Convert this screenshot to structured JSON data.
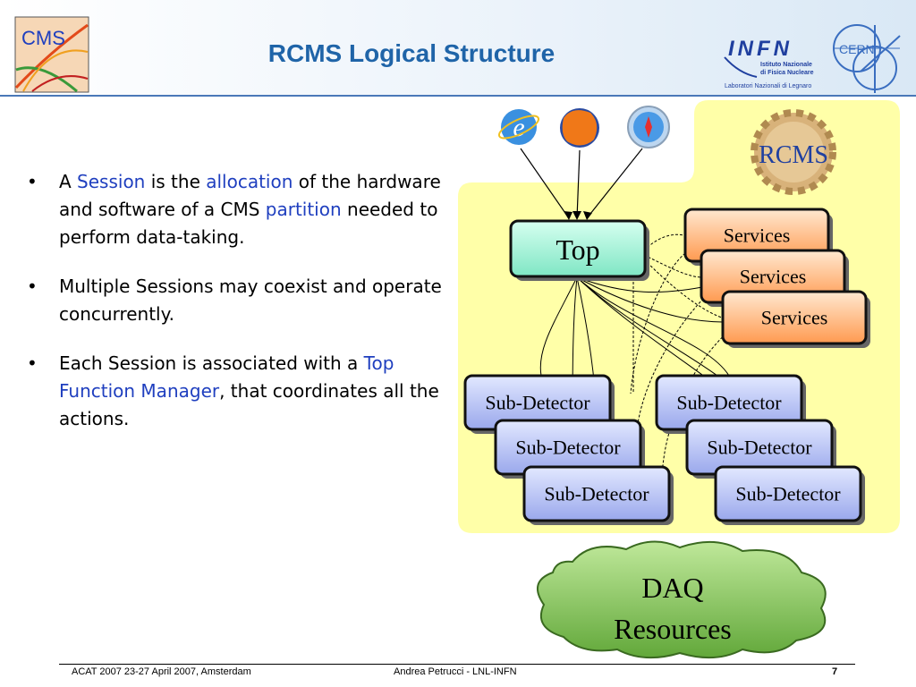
{
  "slide": {
    "title": "RCMS Logical Structure"
  },
  "logos": {
    "cms": "CMS",
    "infn_main": "INFN",
    "infn_line1": "Istituto Nazionale",
    "infn_line2": "di Fisica Nucleare",
    "infn_line3": "Laboratori Nazionali di Legnaro",
    "cern": "CERN"
  },
  "bullets": [
    {
      "parts": [
        {
          "text": "A ",
          "hl": false
        },
        {
          "text": "Session",
          "hl": true
        },
        {
          "text": " is the ",
          "hl": false
        },
        {
          "text": "allocation",
          "hl": true
        },
        {
          "text": " of the hardware and software of a CMS ",
          "hl": false
        },
        {
          "text": "partition",
          "hl": true
        },
        {
          "text": " needed to perform data-taking.",
          "hl": false
        }
      ]
    },
    {
      "parts": [
        {
          "text": "Multiple Sessions may coexist and operate concurrently.",
          "hl": false
        }
      ]
    },
    {
      "parts": [
        {
          "text": "Each Session is associated with a ",
          "hl": false
        },
        {
          "text": "Top Function Manager",
          "hl": true
        },
        {
          "text": ", that coordinates all the actions.",
          "hl": false
        }
      ]
    }
  ],
  "diagram": {
    "rcms_label": "RCMS",
    "top_label": "Top",
    "services": [
      "Services",
      "Services",
      "Services"
    ],
    "subdetectors": [
      "Sub-Detector",
      "Sub-Detector",
      "Sub-Detector",
      "Sub-Detector",
      "Sub-Detector",
      "Sub-Detector"
    ],
    "daq_line1": "DAQ",
    "daq_line2": "Resources",
    "browsers": [
      "internet-explorer-icon",
      "firefox-icon",
      "safari-icon"
    ]
  },
  "footer": {
    "left": "ACAT 2007 23-27 April 2007, Amsterdam",
    "center": "Andrea Petrucci -  LNL-INFN",
    "page": "7"
  },
  "colors": {
    "title": "#1f64a8",
    "highlight": "#1f3fbf",
    "panel": "#ffffa8",
    "top_box": "#a8f0d8",
    "services_box": "#ffb070",
    "subdetector_box": "#b8c4f4",
    "cloud": "#8ec860"
  }
}
